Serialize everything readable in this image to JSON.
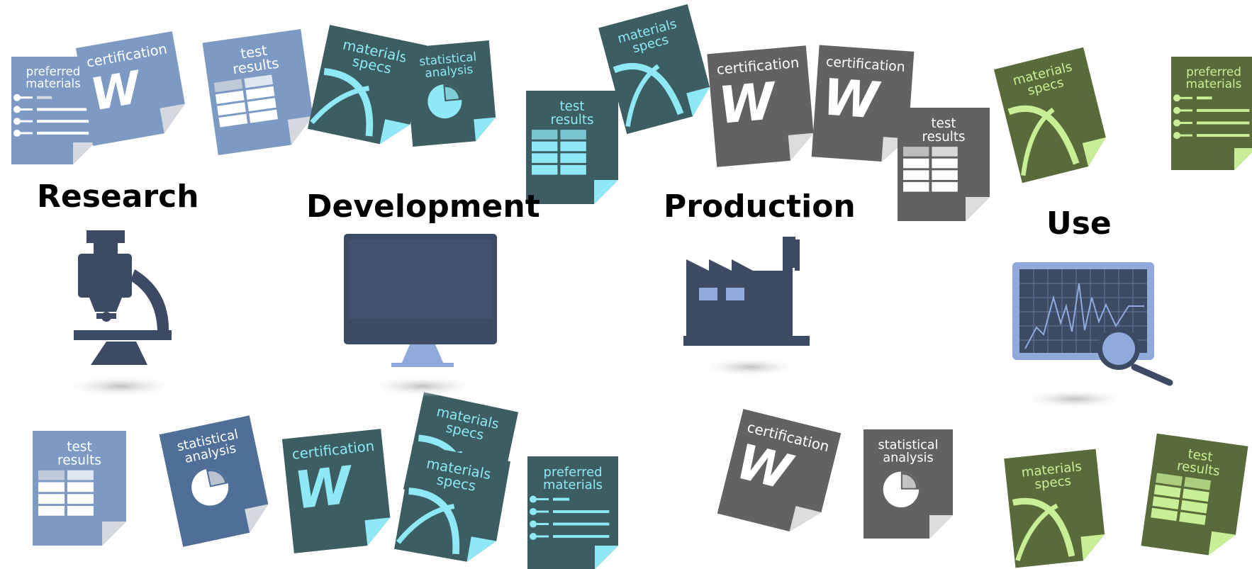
{
  "palette": {
    "blue_light": "#7d9ac4",
    "blue_mid": "#4f6f98",
    "teal": "#3c5e62",
    "teal_accent": "#8ee8f5",
    "gray": "#626264",
    "gray_accent": "#ffffff",
    "green": "#596b3b",
    "green_accent": "#c8ef95",
    "icon_navy": "#3c4a63",
    "icon_blue": "#8faadb"
  },
  "stages": [
    {
      "name": "Research",
      "icon": "microscope-icon"
    },
    {
      "name": "Development",
      "icon": "monitor-icon"
    },
    {
      "name": "Production",
      "icon": "factory-icon"
    },
    {
      "name": "Use",
      "icon": "chart-magnifier-icon"
    }
  ],
  "documents": [
    {
      "id": "d1",
      "label": "preferred materials",
      "glyph": "list",
      "color": "blue_light"
    },
    {
      "id": "d2",
      "label": "certification",
      "glyph": "w",
      "color": "blue_light"
    },
    {
      "id": "d3",
      "label": "test results",
      "glyph": "table",
      "color": "blue_light"
    },
    {
      "id": "d4",
      "label": "materials specs",
      "glyph": "curve",
      "color": "teal"
    },
    {
      "id": "d5",
      "label": "statistical analysis",
      "glyph": "pie",
      "color": "teal"
    },
    {
      "id": "d6",
      "label": "test results",
      "glyph": "table",
      "color": "teal"
    },
    {
      "id": "d7",
      "label": "materials specs",
      "glyph": "curve",
      "color": "teal"
    },
    {
      "id": "d8",
      "label": "certification",
      "glyph": "w",
      "color": "gray"
    },
    {
      "id": "d9",
      "label": "certification",
      "glyph": "w",
      "color": "gray"
    },
    {
      "id": "d10",
      "label": "test results",
      "glyph": "table",
      "color": "gray"
    },
    {
      "id": "d11",
      "label": "materials specs",
      "glyph": "curve",
      "color": "green"
    },
    {
      "id": "d12",
      "label": "preferred materials",
      "glyph": "list",
      "color": "green"
    },
    {
      "id": "d13",
      "label": "test results",
      "glyph": "table",
      "color": "blue_light"
    },
    {
      "id": "d14",
      "label": "statistical analysis",
      "glyph": "pie",
      "color": "blue_mid"
    },
    {
      "id": "d15",
      "label": "certification",
      "glyph": "w",
      "color": "teal"
    },
    {
      "id": "d16",
      "label": "materials specs",
      "glyph": "curve",
      "color": "teal"
    },
    {
      "id": "d17",
      "label": "materials specs",
      "glyph": "curve",
      "color": "teal"
    },
    {
      "id": "d18",
      "label": "preferred materials",
      "glyph": "list",
      "color": "teal"
    },
    {
      "id": "d19",
      "label": "certification",
      "glyph": "w",
      "color": "gray"
    },
    {
      "id": "d20",
      "label": "statistical analysis",
      "glyph": "pie",
      "color": "gray"
    },
    {
      "id": "d21",
      "label": "materials specs",
      "glyph": "curve",
      "color": "green"
    },
    {
      "id": "d22",
      "label": "test results",
      "glyph": "table",
      "color": "green"
    }
  ]
}
